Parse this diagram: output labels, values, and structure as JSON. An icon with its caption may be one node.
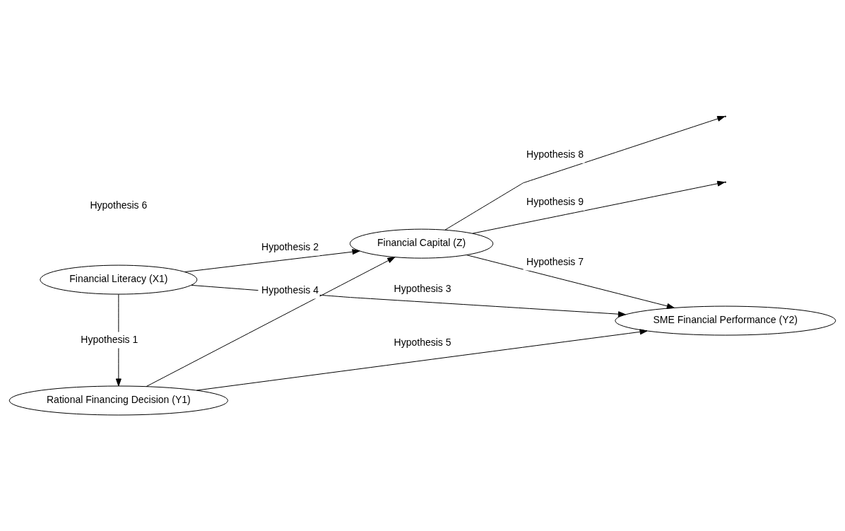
{
  "diagram": {
    "nodes": [
      {
        "text": [
          "Financial Literacy (X1)"
        ]
      },
      {
        "text": [
          "Financial Capital (Z)"
        ]
      },
      {
        "text": [
          "SME Financial Performance (Y2)"
        ]
      },
      {
        "text": [
          "Rational Financing Decision (Y1)"
        ]
      }
    ],
    "edges": [
      {
        "from": 0,
        "to": 2,
        "arrow": "to",
        "label": "Hypothesis 3"
      },
      {
        "from": 0,
        "to": 1,
        "arrow": "to",
        "label": "Hypothesis 2"
      },
      {
        "from": 0,
        "to": 3,
        "arrow": "to",
        "label": "Hypothesis 1"
      },
      {
        "from": 1,
        "to": null,
        "arrow": "to",
        "label": "Hypothesis 8"
      },
      {
        "from": 1,
        "to": 2,
        "arrow": "to",
        "label": "Hypothesis 7"
      },
      {
        "from": 3,
        "to": 1,
        "arrow": "to",
        "label": "Hypothesis 4"
      },
      {
        "from": 1,
        "to": null,
        "arrow": "to",
        "label": "Hypothesis 9"
      },
      {
        "from": 3,
        "to": 2,
        "arrow": "to",
        "label": "Hypothesis 5"
      }
    ],
    "labels": [
      "Hypothesis 6"
    ]
  }
}
